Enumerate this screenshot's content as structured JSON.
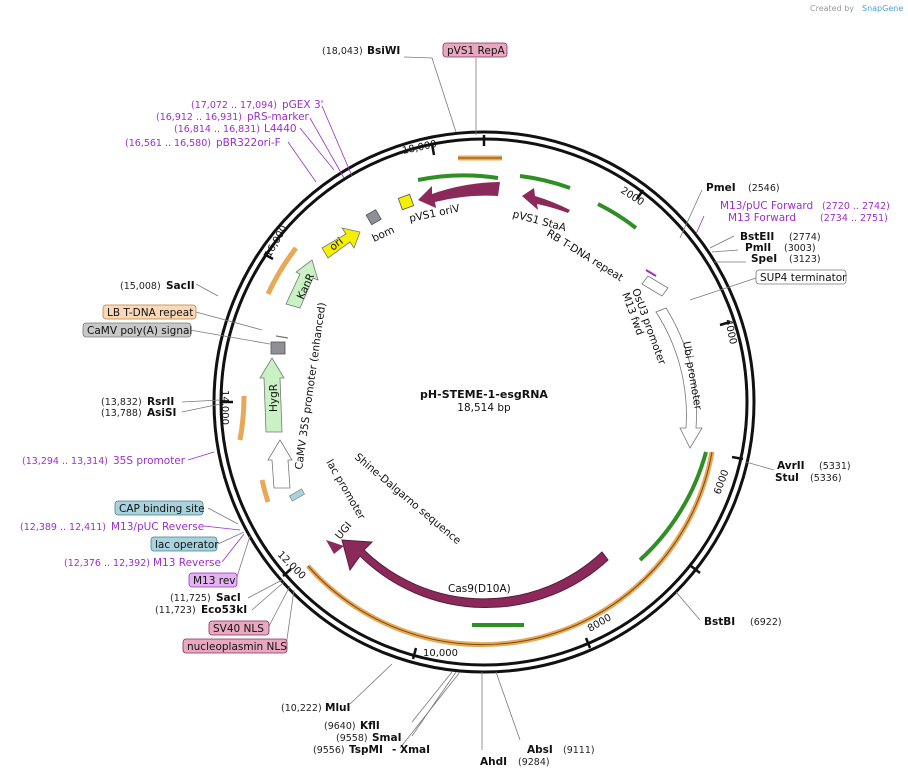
{
  "credit": {
    "prefix": "Created by",
    "brand": "SnapGene"
  },
  "plasmid": {
    "name": "pH-STEME-1-esgRNA",
    "size_label": "18,514 bp"
  },
  "ticks": [
    "2000",
    "4000",
    "6000",
    "8000",
    "10,000",
    "12,000",
    "14,000",
    "16,000",
    "18,000"
  ],
  "enzymes_right": [
    {
      "name": "PmeI",
      "pos": "(2546)"
    },
    {
      "name": "BstEII",
      "pos": "(2774)"
    },
    {
      "name": "PmlI",
      "pos": "(3003)"
    },
    {
      "name": "SpeI",
      "pos": "(3123)"
    },
    {
      "name": "AvrII",
      "pos": "(5331)"
    },
    {
      "name": "StuI",
      "pos": "(5336)"
    },
    {
      "name": "BstBI",
      "pos": "(6922)"
    }
  ],
  "features_right_purple": [
    {
      "name": "M13/pUC Forward",
      "pos": "(2720 .. 2742)"
    },
    {
      "name": "M13 Forward",
      "pos": "(2734 .. 2751)"
    }
  ],
  "boxes_right": [
    {
      "name": "SUP4 terminator"
    }
  ],
  "enzymes_bottom": [
    {
      "name": "AbsI",
      "pos": "(9111)"
    },
    {
      "name": "AhdI",
      "pos": "(9284)"
    },
    {
      "name": "MluI",
      "pos": "(10,222)"
    },
    {
      "name": "KflI",
      "pos": "(9640)"
    },
    {
      "name": "SmaI",
      "pos": "(9558)"
    },
    {
      "name": "TspMI",
      "pos": "(9556)",
      "alt": "- XmaI"
    }
  ],
  "enzymes_left": [
    {
      "name": "BsiWI",
      "pos": "(18,043)"
    },
    {
      "name": "SacII",
      "pos": "(15,008)"
    },
    {
      "name": "RsrII",
      "pos": "(13,832)"
    },
    {
      "name": "AsiSI",
      "pos": "(13,788)"
    },
    {
      "name": "SacI",
      "pos": "(11,725)"
    },
    {
      "name": "Eco53kI",
      "pos": "(11,723)"
    }
  ],
  "features_left_purple": [
    {
      "name": "pGEX 3'",
      "pos": "(17,072 .. 17,094)"
    },
    {
      "name": "pRS-marker",
      "pos": "(16,912 .. 16,931)"
    },
    {
      "name": "L4440",
      "pos": "(16,814 .. 16,831)"
    },
    {
      "name": "pBR322ori-F",
      "pos": "(16,561 .. 16,580)"
    },
    {
      "name": "35S promoter",
      "pos": "(13,294 .. 13,314)"
    },
    {
      "name": "M13/pUC Reverse",
      "pos": "(12,389 .. 12,411)"
    },
    {
      "name": "M13 Reverse",
      "pos": "(12,376 .. 12,392)"
    }
  ],
  "boxes_left": [
    {
      "name": "pVS1 RepA",
      "color": "#e8a9c0"
    },
    {
      "name": "LB T-DNA repeat",
      "color": "#f9d9b8"
    },
    {
      "name": "CaMV poly(A) signal",
      "color": "#c8c8c8"
    },
    {
      "name": "CAP binding site",
      "color": "#a9d3dc"
    },
    {
      "name": "lac operator",
      "color": "#a9d3dc"
    },
    {
      "name": "M13 rev",
      "color": "#e3b3f0"
    },
    {
      "name": "SV40 NLS",
      "color": "#e8a9c0"
    },
    {
      "name": "nucleoplasmin NLS",
      "color": "#e8a9c0"
    }
  ],
  "inner_labels": {
    "pvs1_stas": "pVS1 StaA",
    "pvs1_oriv": "pVS1 oriV",
    "bom": "bom",
    "ori": "ori",
    "kanr": "KanR",
    "hygr": "HygR",
    "camv35s": "CaMV 35S promoter (enhanced)",
    "lac_promoter": "lac promoter",
    "shine": "Shine-Dalgarno sequence",
    "ugi": "UGI",
    "cas9": "Cas9(D10A)",
    "ubi": "Ubi promoter",
    "osu3": "OsU3 promoter",
    "m13fwd": "M13 fwd",
    "rb": "RB T-DNA repeat"
  },
  "colors": {
    "maroon": "#8b2a5a",
    "green_fill": "#c9f1c3",
    "yellow": "#f5f000",
    "gray_feature": "#8f8f96",
    "orange_primer": "#e39a3a",
    "green_arrow": "#2f8f24",
    "purple": "#9b2fc9"
  }
}
